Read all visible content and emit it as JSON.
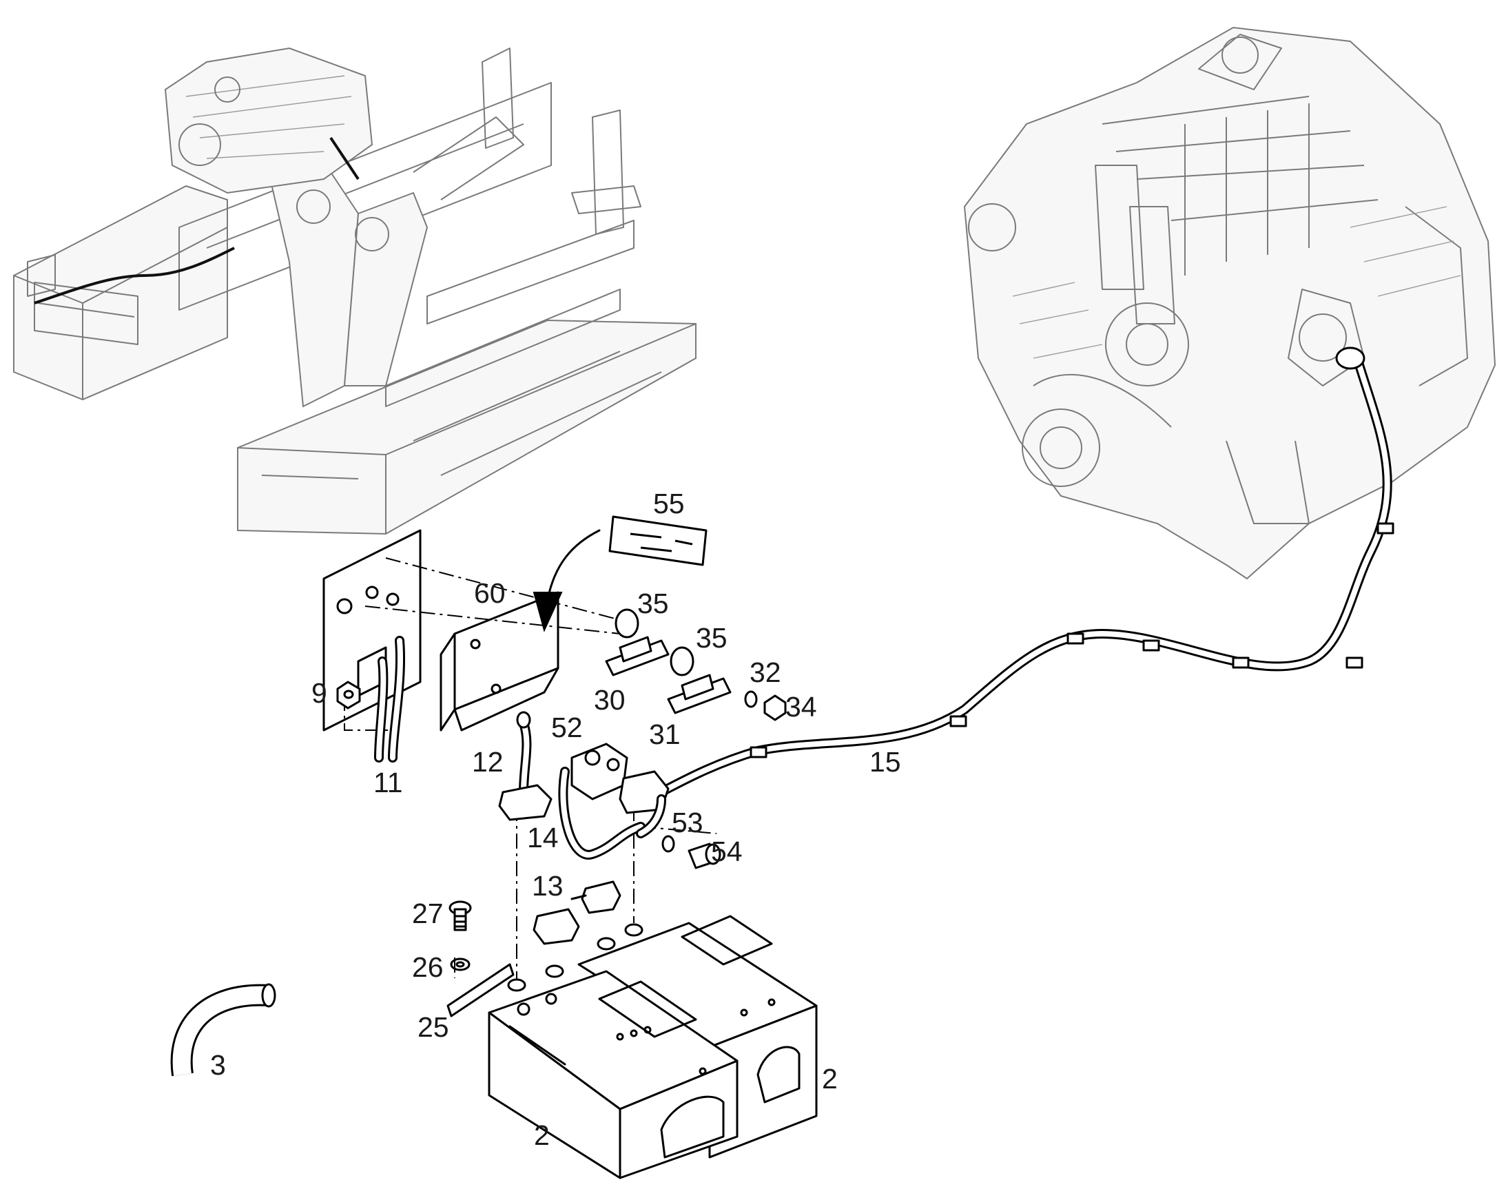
{
  "callouts": {
    "c2a": "2",
    "c2b": "2",
    "c3": "3",
    "c9": "9",
    "c11": "11",
    "c12": "12",
    "c13": "13",
    "c14": "14",
    "c15": "15",
    "c25": "25",
    "c26": "26",
    "c27": "27",
    "c30": "30",
    "c31": "31",
    "c32": "32",
    "c34": "34",
    "c35a": "35",
    "c35b": "35",
    "c52": "52",
    "c53": "53",
    "c54": "54",
    "c55": "55",
    "c60": "60"
  }
}
